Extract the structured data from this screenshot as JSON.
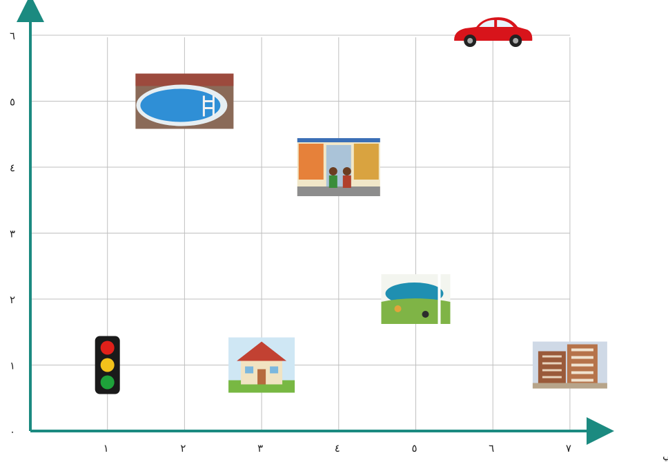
{
  "chart_data": {
    "type": "scatter",
    "title": "",
    "xlabel": "المحور الأفقي",
    "ylabel": "",
    "xlim": [
      0,
      7
    ],
    "ylim": [
      0,
      6
    ],
    "grid": true,
    "x_tick_labels": [
      "١",
      "٢",
      "٣",
      "٤",
      "٥",
      "٦",
      "٧"
    ],
    "y_tick_labels": [
      "٠",
      "١",
      "٢",
      "٣",
      "٤",
      "٥",
      "٦"
    ],
    "points": [
      {
        "icon": "car-icon",
        "x": 6,
        "y": 6
      },
      {
        "icon": "swimming-pool-icon",
        "x": 2,
        "y": 5
      },
      {
        "icon": "shop-icon",
        "x": 4,
        "y": 4
      },
      {
        "icon": "stadium-icon",
        "x": 5,
        "y": 2
      },
      {
        "icon": "traffic-light-icon",
        "x": 1,
        "y": 1
      },
      {
        "icon": "house-icon",
        "x": 3,
        "y": 1
      },
      {
        "icon": "apartment-building-icon",
        "x": 7,
        "y": 1
      }
    ],
    "colors": {
      "axis": "#1b8a80",
      "grid": "#bfbfbf"
    }
  }
}
